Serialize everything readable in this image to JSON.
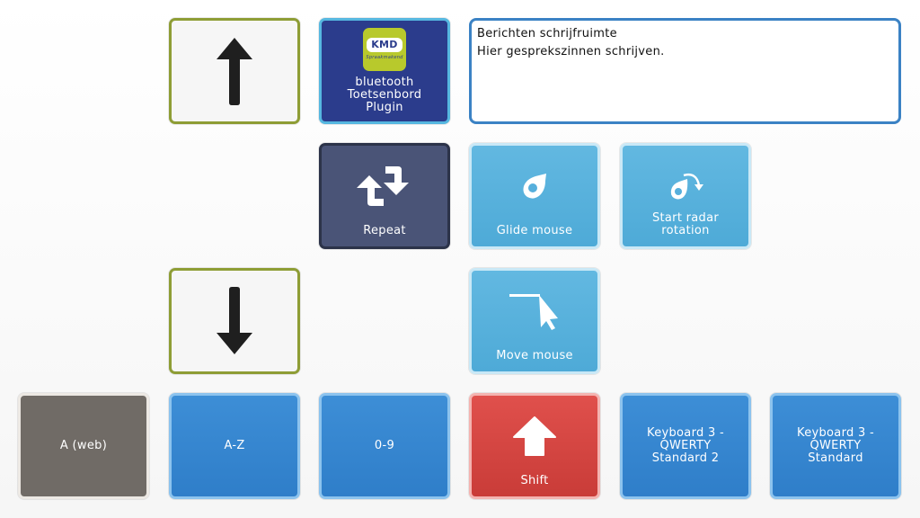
{
  "message": {
    "line1": "Berichten schrijfruimte",
    "line2": "Hier gesprekszinnen schrijven."
  },
  "plugin": {
    "logo_text": "KMD",
    "logo_sub": "Spraakmakend",
    "label": "bluetooth Toetsenbord Plugin"
  },
  "tiles": {
    "repeat": "Repeat",
    "glide_mouse": "Glide mouse",
    "radar": "Start radar rotation",
    "move_mouse": "Move mouse",
    "a_web": "A (web)",
    "a_z": "A-Z",
    "zero_nine": "0-9",
    "shift": "Shift",
    "kb_std2": "Keyboard 3 - QWERTY Standard 2",
    "kb_std": "Keyboard 3 - QWERTY Standard"
  },
  "icons": {
    "up": "arrow-up-icon",
    "down": "arrow-down-icon",
    "repeat": "repeat-icon",
    "glide": "glide-mouse-icon",
    "radar": "radar-rotation-icon",
    "move": "move-mouse-icon",
    "shift": "shift-arrow-icon"
  },
  "colors": {
    "arrow_border": "#8e9d35",
    "plugin_bg": "#2b3c8c",
    "repeat_bg": "#4a5477",
    "light_blue": "#5cb3de",
    "grey": "#706b66",
    "blue": "#3584cf",
    "red": "#d8453f",
    "message_border": "#3b82c4"
  }
}
